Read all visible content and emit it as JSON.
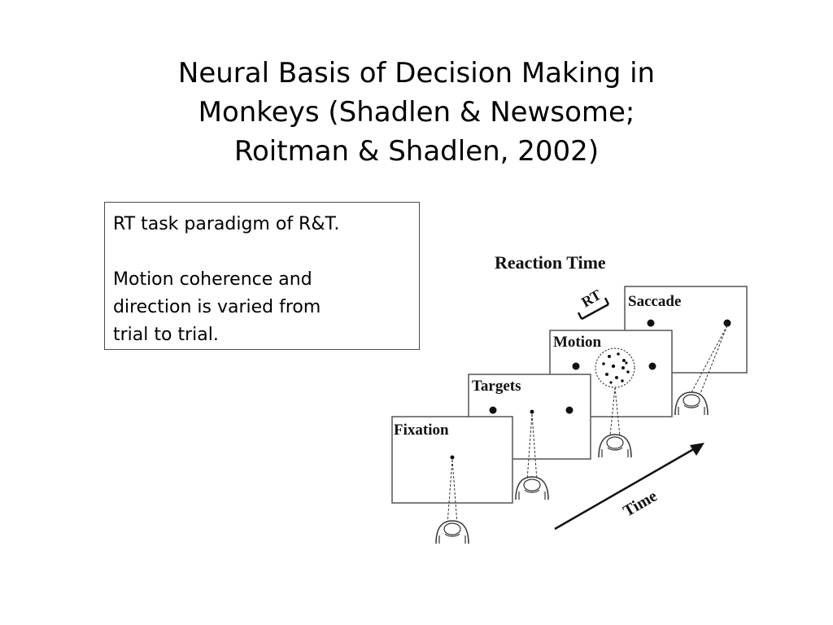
{
  "slide": {
    "title_lines": [
      "Neural Basis of Decision Making in",
      "Monkeys (Shadlen & Newsome;",
      "Roitman & Shadlen, 2002)"
    ],
    "textbox": {
      "line1": "RT task paradigm of R&T.",
      "para2_lines": [
        "Motion coherence and",
        "direction is varied from",
        "trial to trial."
      ]
    }
  },
  "figure": {
    "heading": "Reaction Time",
    "rt_label": "RT",
    "panels": {
      "fixation": "Fixation",
      "targets": "Targets",
      "motion": "Motion",
      "saccade": "Saccade"
    },
    "time_label": "Time"
  }
}
